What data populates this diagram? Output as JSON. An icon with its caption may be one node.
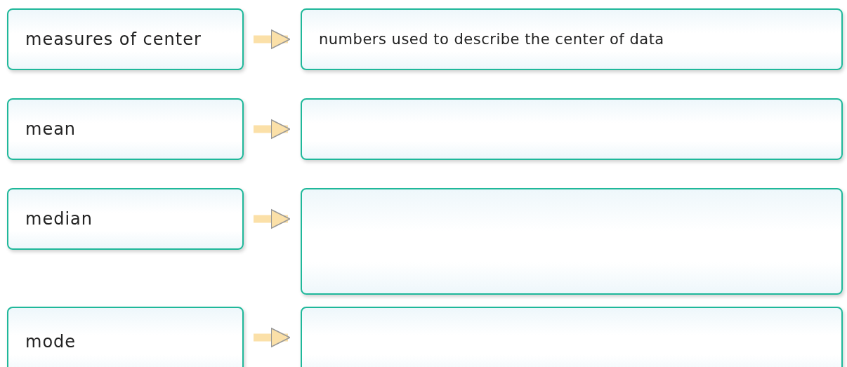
{
  "diagram": {
    "nodes": [
      {
        "text": [
          "measures of center"
        ]
      },
      {
        "text": [
          "numbers used to describe the center of data"
        ]
      },
      {
        "text": [
          "mean"
        ]
      },
      {
        "text": [],
        "shape": "box"
      },
      {
        "text": [
          "median"
        ]
      },
      {
        "text": [],
        "shape": "box"
      },
      {
        "text": [
          "mode"
        ]
      },
      {
        "text": [],
        "shape": "box"
      }
    ],
    "edges": [
      {
        "from": 0,
        "to": 1,
        "arrow": "to"
      },
      {
        "from": 2,
        "to": 3,
        "arrow": "to"
      },
      {
        "from": 4,
        "to": 5,
        "arrow": "to"
      },
      {
        "from": 6,
        "to": 7,
        "arrow": "to"
      }
    ]
  }
}
